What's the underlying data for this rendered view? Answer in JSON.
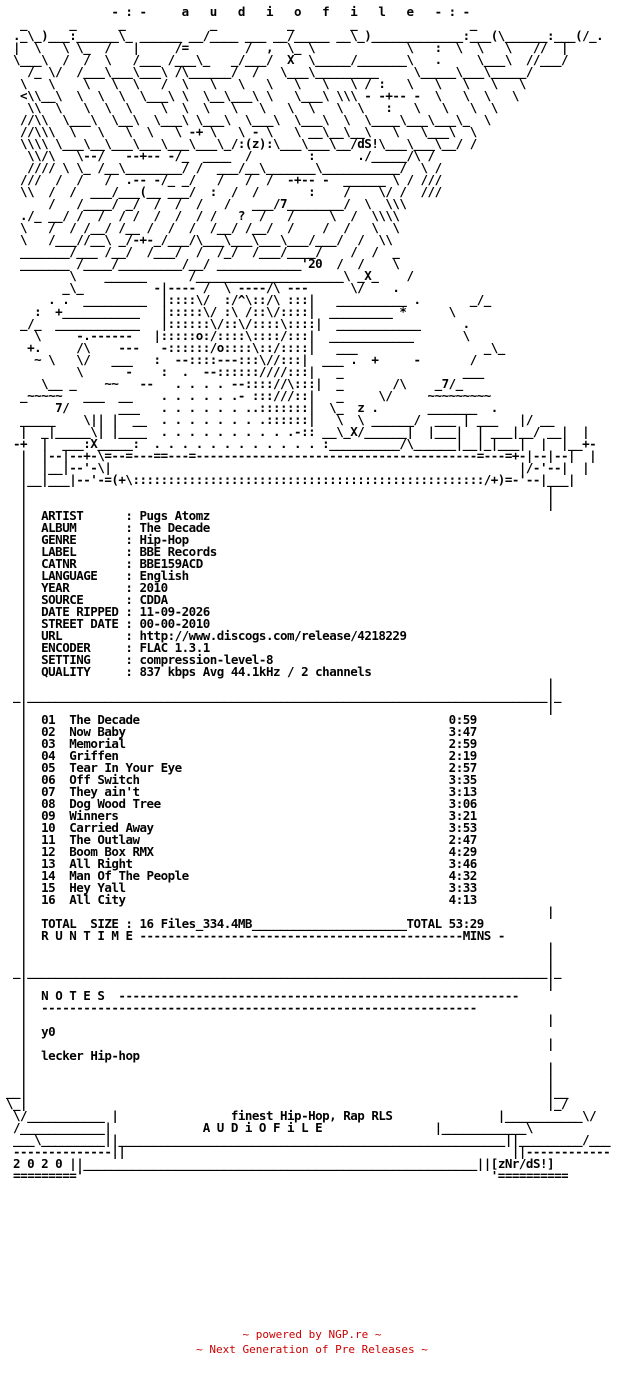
{
  "art": "               - : -     a   u   d   i   o   f   i   l   e   - : -\n  _      _      _            _          _        _                _\n ._\\_)___:______\\_ ______ __/____ ___ __/_____ __\\_)_____________:___(\\______:___(/_.\n |  \\   \\ \\_  /   |     /=        /  ,  \\_ \\             \\   :  \\  \\   \\   //  |\n \\___\\  /  /  \\   /___ /___\\_   _/___/  X  \\_____/_______\\   .     \\___\\  //___/\n   /_ \\/  /___\\___\\___\\ /\\______/  /   \\___\\_________     \\_____\\___\\_____/\n  \\   \\    \\   \\  \\   /  \\   \\   \\   \\   \\   \\   \\ / :   \\   \\   \\   \\   \\\n  <\\\\__\\  \\  \\  \\  \\___\\ \\  \\__\\___\\ \\   \\___\\ \\\\\\ - -+-- -  \\   \\  \\   \\\n   \\\\  \\   \\  \\  \\    \\  \\  \\   \\   \\   \\  \\   \\  \\   :   \\   \\   \\  \\\n  //\\\\  \\___\\  \\__\\  \\___\\ \\___\\  \\___\\  \\___\\  \\  \\____\\___\\___\\_  \\\n  //\\\\\\  \\   \\   \\  \\   \\ -+ \\   \\ - \\   \\ __\\__\\__\\   \\   \\___\\  \\\n  \\\\\\\\ \\___\\__\\___\\___\\___\\___\\_/:(z):\\___\\___\\__/dS!\\___\\___\\__/ /\n   \\\\/\\   \\--/   --+-- -/_  ____  /        :      ./_____/\\ /\n   //// \\ \\_ /__\\________/ /  ___/__\\_______\\___________/  \\ /\n  ///  /  /   /  .-- -/_ _/   /   /  /  -+-- -  ______ \\ / ///\n  \\\\  /  /  ___/___(__ ___/  :  /  /       :    /    \\/ /  ///\n      /   /____/ _/  /  /  /   /   ___/7________/  \\  \\\\\\\n  ./_ __/ /  /  / /  /  /  / /   ?  /   /     \\  /  \\\\\\\\\n  \\   /  / /__/ /__ /  /  /  /__/ /__/  /    /  /   \\  \\\n  \\   /___//__\\ _/-+-_/___/\\___\\___\\___\\___/___/  /  \\\\\n  _______/___ /__/  /___/  /  /_/  /___/____/    /  /  _\n  _______ /____/_________/__/ ____________'20  /  /    \\\n         \\    ______      /_____________________\\ _X_    /\n        _\\_          -|---- /  \\ ----/\\ ---      \\/    .\n      . .  _________  |::::\\/  :/^\\::/\\ :::|   __________ .       _/_\n    :  +___________   |:::::\\/ :\\ /::\\/::::|  _________ *      \\\n  _/_  ____________   |::::::\\/::\\/::::\\::::|  ____________      .\n    \\     -.------   |:::::o:/::::\\::::/:::|  ____________       \\\n   +.     /\\    ---   -::::::/o::::\\::/::::|   ___                  _\\_\n    ~ \\   \\/   ___   :  --::::---:::\\//:::|  ___ .  +     -       /\n          \\      -    :  .  --::::::////:::|   _                 ___\n     \\__ _    ~~   --   . . . . --:::://\\:::|  _       /\\    _7/_\n  _~~~~~   ___  __    . . . . . .- :::///::|   _     \\/     ~~~~~~~~~\n       7/       ___   . . . . . . ..:::::::|  \\_  z .       _______  .\n  _____    \\|| |  __  . . . . . . . .::::::|   \\  \\ ______/  ___ | ___   |/ __\n  |  _|_____\\| |____  . . . . . . . . . .-:: __\\_X/______|  |___|  | ___|__/ __|  |\n -+  |  ___:X_____:  . . . . . . . . . . . . :__________/\\______|__|_|___|  |  |__+-\n  |  |--|--+-\\=--=---==---=----------------------------------------=---=+-|--|--|  |\n  |  |__|--'-\\|                                                          |/-'--|  |\n  |__|___|--'-=(+\\::::::::::::::::::::::::::::::::::::::::::::::::::/+)=-'--|___|",
  "release": {
    "artist": "Pugs Atomz",
    "album": "The Decade",
    "genre": "Hip-Hop",
    "label": "BBE Records",
    "catnr": "BBE159ACD",
    "language": "English",
    "year": "2010",
    "source": "CDDA",
    "date_ripped": "11-09-2026",
    "street_date": "00-00-2010",
    "url": "http://www.discogs.com/release/4218229",
    "encoder": "FLAC 1.3.1",
    "setting": "compression-level-8",
    "quality": "837 kbps Avg 44.1kHz / 2 channels"
  },
  "tracks": [
    {
      "no": "01",
      "title": "The Decade",
      "time": "0:59"
    },
    {
      "no": "02",
      "title": "Now Baby",
      "time": "3:47"
    },
    {
      "no": "03",
      "title": "Memorial",
      "time": "2:59"
    },
    {
      "no": "04",
      "title": "Griffen",
      "time": "2:19"
    },
    {
      "no": "05",
      "title": "Tear In Your Eye",
      "time": "2:57"
    },
    {
      "no": "06",
      "title": "Off Switch",
      "time": "3:35"
    },
    {
      "no": "07",
      "title": "They ain't",
      "time": "3:13"
    },
    {
      "no": "08",
      "title": "Dog Wood Tree",
      "time": "3:06"
    },
    {
      "no": "09",
      "title": "Winners",
      "time": "3:21"
    },
    {
      "no": "10",
      "title": "Carried Away",
      "time": "3:53"
    },
    {
      "no": "11",
      "title": "The Outlaw",
      "time": "2:47"
    },
    {
      "no": "12",
      "title": "Boom Box RMX",
      "time": "4:29"
    },
    {
      "no": "13",
      "title": "All Right",
      "time": "3:46"
    },
    {
      "no": "14",
      "title": "Man Of The People",
      "time": "4:32"
    },
    {
      "no": "15",
      "title": "Hey Yall",
      "time": "3:33"
    },
    {
      "no": "16",
      "title": "All City",
      "time": "4:13"
    }
  ],
  "totals": {
    "files": "16 Files_334.4MB",
    "total": "53:29",
    "runtime_label": "R U N T I M E",
    "mins_label": "MINS"
  },
  "notes": {
    "heading": "N O T E S",
    "lines": [
      "y0",
      "lecker Hip-hop"
    ]
  },
  "bottom": {
    "tagline": "finest Hip-Hop, Rap RLS",
    "group": "A U D i O F i L E",
    "year": "2 0 2 0",
    "credits": "[zNr/dS!]"
  },
  "footer": {
    "line1": "~ powered by NGP.re ~",
    "line2": "~ Next Generation of Pre Releases ~"
  }
}
